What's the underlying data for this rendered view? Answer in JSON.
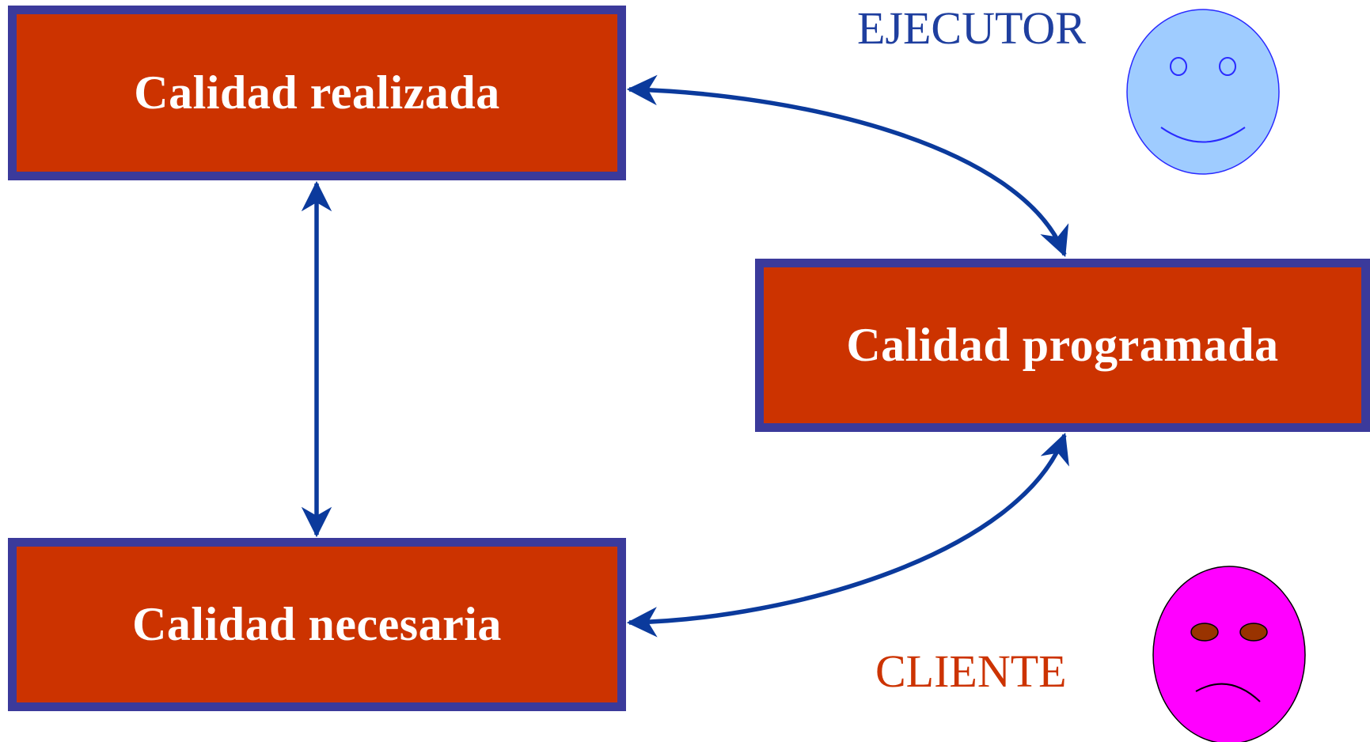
{
  "boxes": {
    "realizada": "Calidad realizada",
    "programada": "Calidad programada",
    "necesaria": "Calidad necesaria"
  },
  "roles": {
    "ejecutor": "EJECUTOR",
    "cliente": "CLIENTE"
  },
  "colors": {
    "box_fill": "#cc3300",
    "box_border": "#3b3a9b",
    "arrow": "#0b3a9c",
    "ejecutor_text": "#1f3f9f",
    "cliente_text": "#cc3300",
    "happy_face": "#9fccff",
    "sad_face": "#ff00ff",
    "sad_eyes": "#993300"
  },
  "icons": {
    "ejecutor_face": "happy-face-icon",
    "cliente_face": "sad-face-icon"
  }
}
